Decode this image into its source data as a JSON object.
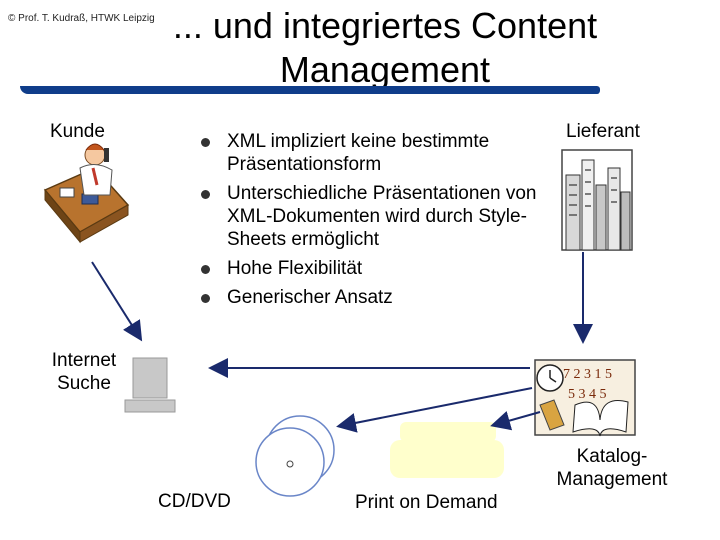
{
  "copyright": "© Prof. T. Kudraß, HTWK Leipzig",
  "title_lines": [
    "... und integriertes Content",
    "Management"
  ],
  "labels": {
    "kunde": "Kunde",
    "lieferant": "Lieferant",
    "internet_suche": [
      "Internet",
      "Suche"
    ],
    "katalog_management": [
      "Katalog-",
      "Management"
    ],
    "cd_dvd": "CD/DVD",
    "print_on_demand": "Print on Demand"
  },
  "bullets": [
    [
      "XML impliziert keine bestimmte",
      "Präsentationsform"
    ],
    [
      "Unterschiedliche Präsentationen von",
      "XML-Dokumenten wird durch Style-",
      "Sheets ermöglicht"
    ],
    [
      "Hohe Flexibilität"
    ],
    [
      "Generischer Ansatz"
    ]
  ],
  "colors": {
    "accent_bar": "#0f3d8a",
    "arrow": "#1a2a6c",
    "monitor": "#c8c8c8",
    "printer": "#ffffcc"
  }
}
